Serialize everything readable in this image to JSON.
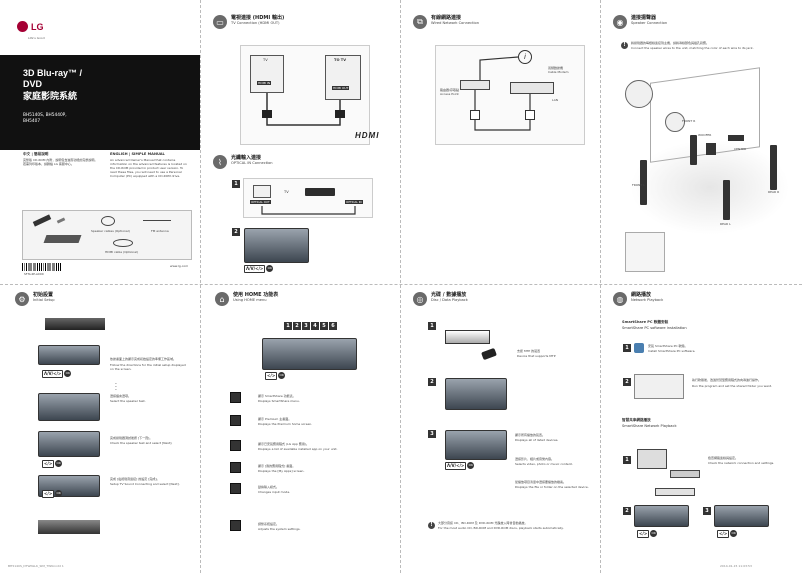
{
  "brand": {
    "logo_text": "LG",
    "tagline": "Life's Good",
    "url": "www.lg.com"
  },
  "cover": {
    "title_lines": [
      "3D Blu-ray™ /",
      "DVD",
      "家庭影院系統"
    ],
    "models": [
      "BH5140S, BH5440P,",
      "BH5407"
    ],
    "manual_label": "ENGLISH | SIMPLE MANUAL",
    "zh_label": "中文 | 簡易說明",
    "zh_text": "完整版 CD-ROM 內附，說明包含進階功能的完整說明。若需列印版本，請聯絡 LG 客服中心。",
    "en_text": "An advanced Owner's Manual that contains information on the advanced features is located on the CD-ROM provided in product user version. To read these files, you will need to use a Personal Computer (PC) equipped with a CD-ROM drive.",
    "accessory_labels": [
      "Speaker cables (Optional)",
      "FM antenna",
      "HDMI cable (Optional)"
    ],
    "barcode_text": "SF3L4P-A000"
  },
  "sections": {
    "tv": {
      "zh": "電視連接 (HDMI 輸出)",
      "en": "TV Connection (HDMI OUT)",
      "tv_label": "TV",
      "hdmi_in": "HDMI IN",
      "hdmi_out": "HDMI OUT",
      "to_tv": "TO TV",
      "hdmi_logo": "HDMI"
    },
    "optical": {
      "zh": "光纖輸入連接",
      "en": "OPTICAL IN Connection",
      "tv_label": "TV",
      "optical_out": "OPTICAL OUT",
      "optical_in": "OPTICAL IN"
    },
    "wired": {
      "zh": "有線網路連接",
      "en": "Wired Network Connection",
      "modem": "寬頻數據機\nCable Modem",
      "router": "路由器/存取點\nAccess Point",
      "lan": "LAN"
    },
    "speaker": {
      "zh": "連接揚聲器",
      "en": "Speaker Connection",
      "note": "將揚聲器的每根線連接到主機，請將導線顏色與插孔對應。",
      "note_en": "Connect the speaker wires to the unit, matching the color of each wire to its jack.",
      "labels": {
        "front_r": "FRONT R",
        "front_l": "FRONT L",
        "rear_l": "REAR L",
        "woofer": "WOOFER",
        "center": "CENTER",
        "rear_r": "REAR R"
      }
    },
    "initial": {
      "zh": "初始設置",
      "en": "Initial Setup",
      "steps": [
        {
          "zh": "依據畫面上的顯示完成初始設定的準備工作區域。",
          "en": "Follow the directions for the initial setup displayed on the screen."
        },
        {
          "zh": "選擇語言選項。",
          "en": "Select the speaker test."
        },
        {
          "zh": "完成揚聲器測試後按 [下一頁]。",
          "en": "Check the speaker test and select [Next]."
        },
        {
          "zh": "完成 [電視聲音連接] 的設定 [完成]。",
          "en": "Setup TV Sound Connecting and select [Next]."
        }
      ]
    },
    "home": {
      "zh": "使用 HOME 功能表",
      "en": "Using HOME menu",
      "tabs": [
        "1",
        "2",
        "3",
        "4",
        "5",
        "6"
      ],
      "items": [
        {
          "zh": "顯示 SmartShare 功能表。",
          "en": "Displays SmartShare menu."
        },
        {
          "zh": "顯示 Premium 主畫面。",
          "en": "Displays the Premium home screen."
        },
        {
          "zh": "顯示已安裝應用程式 (LG App 應用)。",
          "en": "Displays a list of available installed app on your unit."
        },
        {
          "zh": "顯示 [我的應用程式] 畫面。",
          "en": "Displays the [My Apps] screen."
        },
        {
          "zh": "變換輸入模式。",
          "en": "Changes input mode."
        },
        {
          "zh": "調整系統設定。",
          "en": "Adjusts the system settings."
        }
      ]
    },
    "disc": {
      "zh": "光碟 / 數據播放",
      "en": "Disc / Data Playback",
      "notes": [
        {
          "zh": "支援 MTP 的裝置",
          "en": "Device that supports MTP"
        },
        {
          "zh": "顯示所有播放的裝置。",
          "en": "Displays all of listed devices."
        },
        {
          "zh": "選擇影片、相片或音樂內容。",
          "en": "Selects video, photo or music content."
        },
        {
          "zh": "從播放項目清單中選擇要播放的檔案。",
          "en": "Displays the file or folder on the selected device."
        }
      ],
      "footnote_zh": "大部分音訊 CD、BD-ROM 及 DVD-ROM 光碟放入時會自動播放。",
      "footnote_en": "For the most audio CD, BD-ROM and DVD-ROM discs, playback starts automatically."
    },
    "network": {
      "zh": "網路播放",
      "en": "Network Playback",
      "sub1_title": "SmartShare PC 軟體安裝",
      "sub1_en": "SmartShare PC software installation",
      "sub1_steps": [
        {
          "zh": "安裝 SmartShare PC 軟體。",
          "en": "Install SmartShare PC software."
        },
        {
          "zh": "執行軟體後，透過智慧型應用程式的向導進行操作。",
          "en": "Run the program and set the shared folder you want."
        }
      ],
      "sub2_title": "智慧共享網路播放",
      "sub2_en": "SmartShare Network Playback",
      "sub2_steps": [
        {
          "zh": "檢查網路連線與設定。",
          "en": "Check the network connection and settings."
        }
      ]
    }
  },
  "footer": {
    "left": "BH5140S_DTWNLLK_SIM_TWN.indd   1",
    "right": "2014-01-15   11:03:53"
  }
}
